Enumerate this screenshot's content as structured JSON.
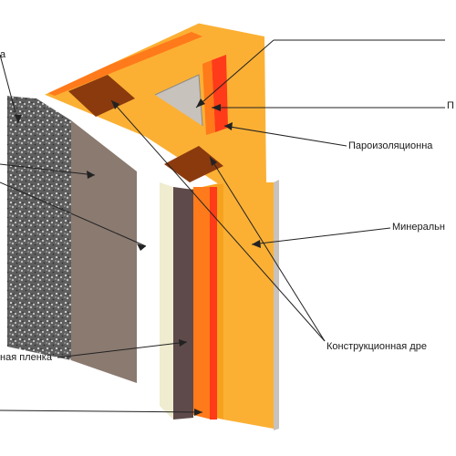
{
  "labels": {
    "top_left": "а",
    "film_left": "ная пленка",
    "vapor_barrier": "Пароизоляционна",
    "mineral_wool": "Минеральн",
    "structural_timber": "Конструкционная дре",
    "right_edge": "П"
  },
  "colors": {
    "mineral_wool": "#fbb034",
    "mineral_wool_side": "#f7a21e",
    "vapor_barrier": "#ff3b1a",
    "orange_layer": "#ff7a1a",
    "timber": "#8b3a0e",
    "board": "#8a7a70",
    "plaster": "#ffffff",
    "cladding": "#efeccf",
    "concrete": "#6e6e6e",
    "steel_profile": "#c8c2bc",
    "leader_line": "#222222"
  }
}
